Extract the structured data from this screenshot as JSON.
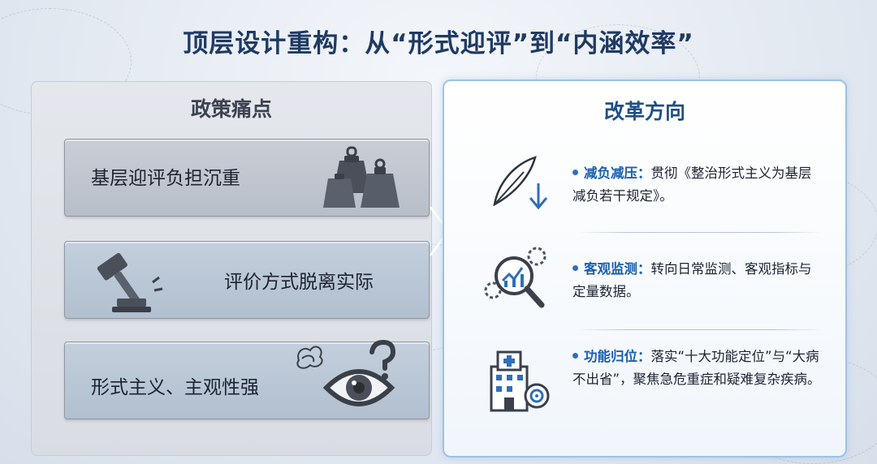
{
  "title": "顶层设计重构：从“形式迎评”到“内涵效率”",
  "left": {
    "heading": "政策痛点",
    "cards": [
      {
        "label": "基层迎评负担沉重",
        "icon": "weights-icon"
      },
      {
        "label": "评价方式脱离实际",
        "icon": "gavel-icon"
      },
      {
        "label": "形式主义、主观性强",
        "icon": "eye-question-icon"
      }
    ]
  },
  "right": {
    "heading": "改革方向",
    "items": [
      {
        "keyword": "减负减压",
        "sep": "：",
        "body": "贯彻《整治形式主义为基层减负若干规定》。",
        "icon": "feather-down-icon"
      },
      {
        "keyword": "客观监测",
        "sep": "：",
        "body": "转向日常监测、客观指标与定量数据。",
        "icon": "magnifier-gear-icon"
      },
      {
        "keyword": "功能归位",
        "sep": "：",
        "body": "落实“十大功能定位”与“大病不出省”，聚焦急危重症和疑难复杂疾病。",
        "icon": "hospital-target-icon"
      }
    ]
  },
  "colors": {
    "title": "#1f3a63",
    "accent": "#1a5fb0",
    "panel_border": "#9cc2e6"
  }
}
